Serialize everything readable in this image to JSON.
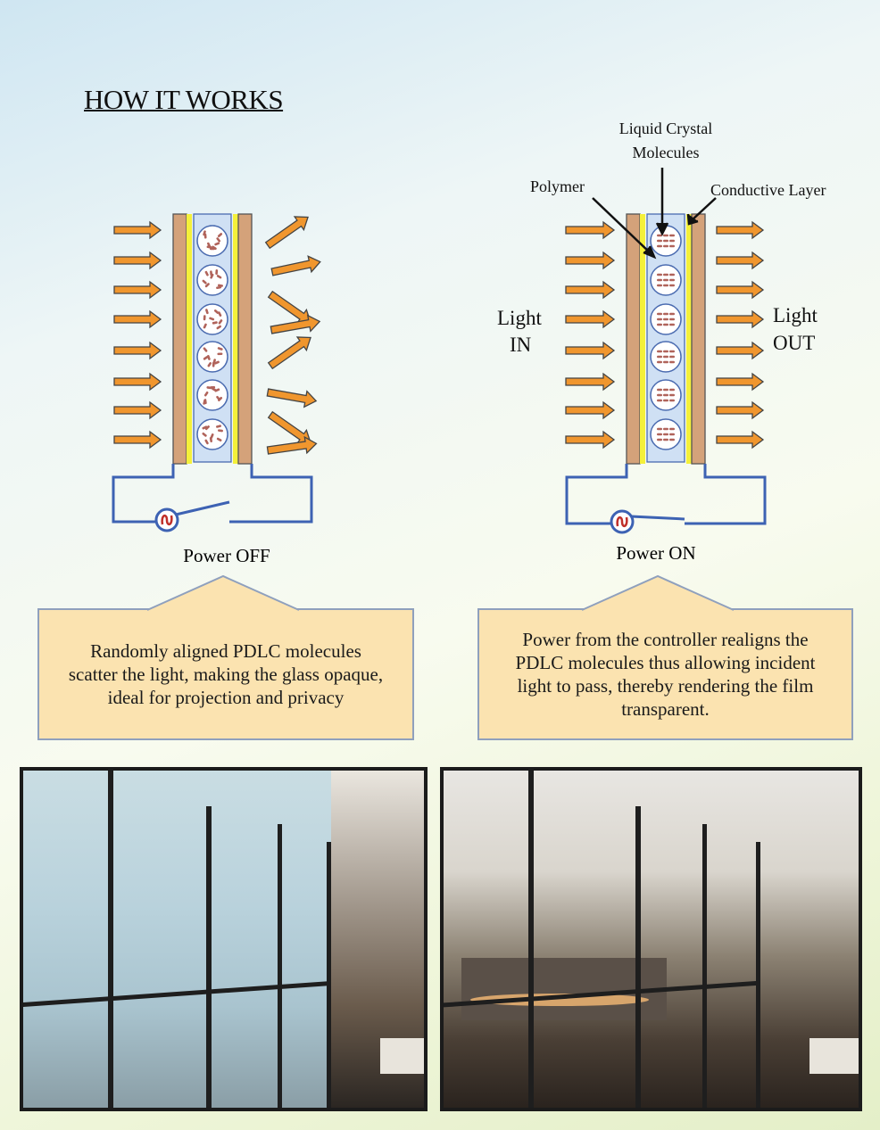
{
  "title": "HOW IT WORKS",
  "off": {
    "power_label": "Power OFF",
    "description": "Randomly aligned PDLC molecules scatter the light, making the glass opaque, ideal for projection and privacy"
  },
  "on": {
    "power_label": "Power ON",
    "description": "Power from the controller realigns the PDLC molecules thus allowing incident light to pass, thereby rendering the film transparent.",
    "labels": {
      "liquid_crystal_1": "Liquid Crystal",
      "liquid_crystal_2": "Molecules",
      "polymer": "Polymer",
      "conductive": "Conductive Layer",
      "light_in_1": "Light",
      "light_in_2": "IN",
      "light_out_1": "Light",
      "light_out_2": "OUT"
    }
  },
  "colors": {
    "arrow": "#f0962e",
    "glass": "#d4a27a",
    "yellow": "#f4f03a",
    "polymer": "#cfe0f4",
    "wire": "#3d62b3"
  }
}
